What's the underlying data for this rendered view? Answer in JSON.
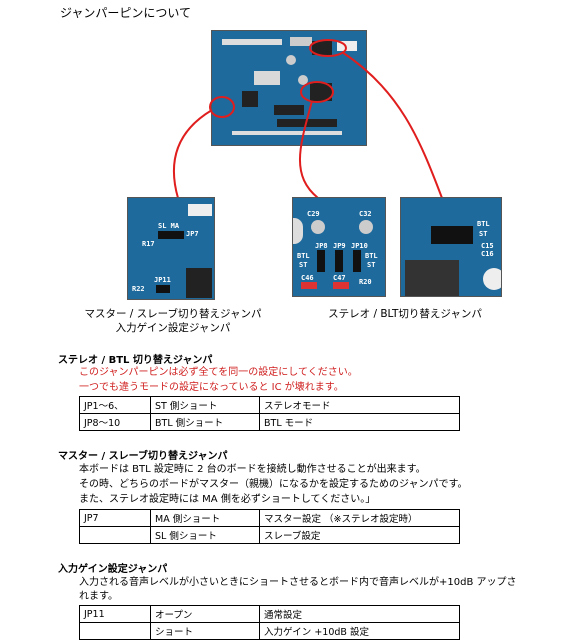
{
  "page_title": "ジャンパーピンについて",
  "captions": {
    "left_line1": "マスター / スレーブ切り替えジャンパ",
    "left_line2": "入力ゲイン設定ジャンパ",
    "right": "ステレオ / BLT切り替えジャンパ"
  },
  "board_labels": {
    "sl_ma": "SL MA",
    "jp7": "JP7",
    "r17": "R17",
    "jp11": "JP11",
    "r22": "R22",
    "c29": "C29",
    "c32": "C32",
    "jp8": "JP8",
    "jp9": "JP9",
    "jp10": "JP10",
    "btl": "BTL",
    "st": "ST",
    "c46": "C46",
    "c47": "C47",
    "r20": "R20",
    "c15": "C15",
    "c16": "C16"
  },
  "sections": {
    "stereo": {
      "heading": "ステレオ / BTL 切り替えジャンパ",
      "warn1": "このジャンパーピンは必ず全てを同一の設定にしてください。",
      "warn2": "一つでも違うモードの設定になっていると IC が壊れます。",
      "rows": [
        [
          "JP1～6、",
          "ST 側ショート",
          "ステレオモード"
        ],
        [
          "JP8～10",
          "BTL 側ショート",
          "BTL モード"
        ]
      ]
    },
    "master": {
      "heading": "マスター / スレーブ切り替えジャンパ",
      "text1": "本ボードは BTL 設定時に 2 台のボードを接続し動作させることが出来ます。",
      "text2": "その時、どちらのボードがマスター（親機）になるかを設定するためのジャンパです。",
      "text3": "また、ステレオ設定時には MA 側を必ずショートしてください。」",
      "rows": [
        [
          "JP7",
          "MA 側ショート",
          "マスター設定 （※ステレオ設定時）"
        ],
        [
          "",
          "SL 側ショート",
          "スレーブ設定"
        ]
      ]
    },
    "gain": {
      "heading": "入力ゲイン設定ジャンパ",
      "text1": "入力される音声レベルが小さいときにショートさせるとボード内で音声レベルが+10dB アップさ",
      "text2": "れます。",
      "rows": [
        [
          "JP11",
          "オープン",
          "通常設定"
        ],
        [
          "",
          "ショート",
          "入力ゲイン +10dB 設定"
        ]
      ]
    }
  }
}
